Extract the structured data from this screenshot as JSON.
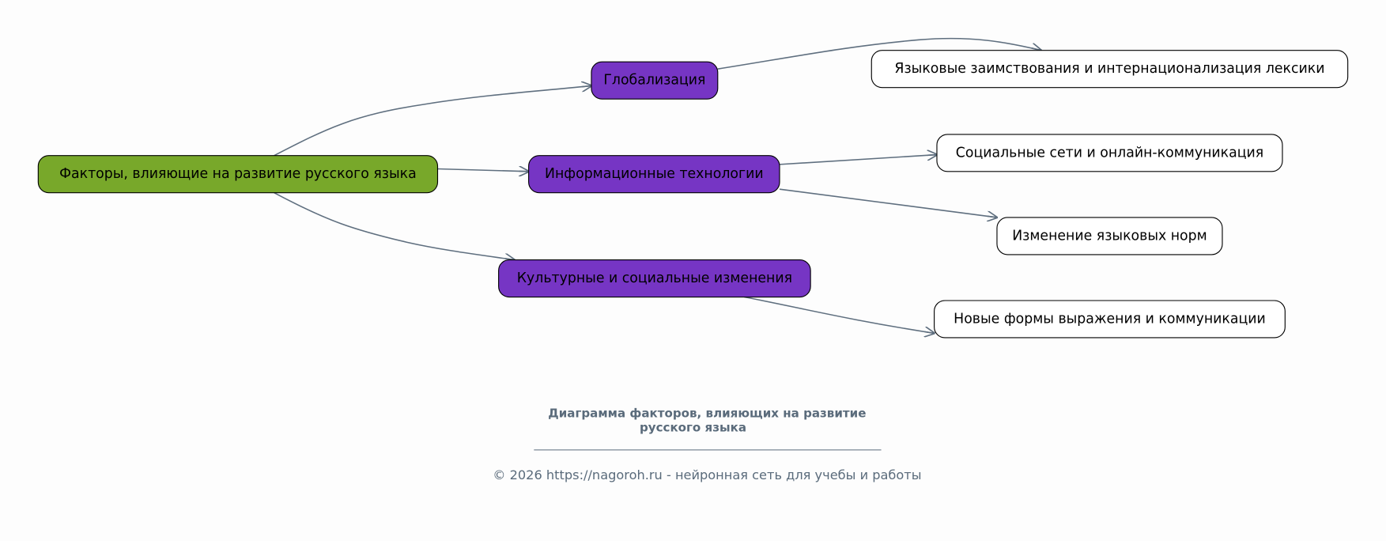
{
  "colors": {
    "root": "#78a82a",
    "category": "#7635c4",
    "leaf": "#ffffff",
    "edge": "#5f6f7f",
    "text_muted": "#5a6b7b"
  },
  "nodes": {
    "root": "Факторы, влияющие на развитие русского языка",
    "globalization": "Глобализация",
    "it": "Информационные технологии",
    "culture": "Культурные и социальные изменения",
    "borrowings": "Языковые заимствования и интернационализация лексики",
    "social_networks": "Социальные сети и онлайн-коммуникация",
    "norms": "Изменение языковых норм",
    "new_forms": "Новые формы выражения и коммуникации"
  },
  "caption": {
    "title_line1": "Диаграмма факторов, влияющих на развитие",
    "title_line2": "русского языка",
    "footer": "© 2026 https://nagoroh.ru - нейронная сеть для учебы и работы"
  }
}
